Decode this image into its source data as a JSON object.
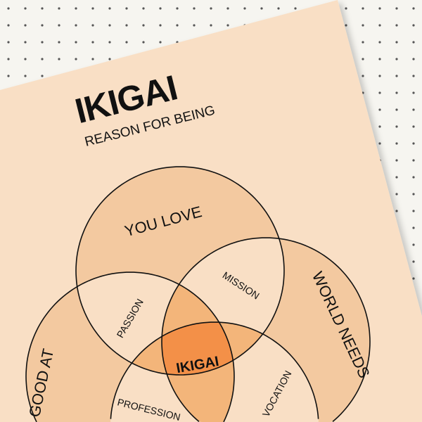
{
  "poster": {
    "title": "IKIGAI",
    "subtitle": "REASON FOR BEING"
  },
  "diagram": {
    "circles": {
      "love": "YOU LOVE",
      "world": "WORLD NEEDS",
      "good": "GOOD AT"
    },
    "overlaps": {
      "passion": "PASSION",
      "mission": "MISSION",
      "vocation": "VOCATION",
      "profession": "PROFESSION"
    },
    "center": "IKIGAI"
  },
  "colors": {
    "background": "#f6f5f0",
    "poster": "#f9dfc5",
    "single": "#f3c9a0",
    "triple": "#f3b57a",
    "center": "#f39048"
  }
}
